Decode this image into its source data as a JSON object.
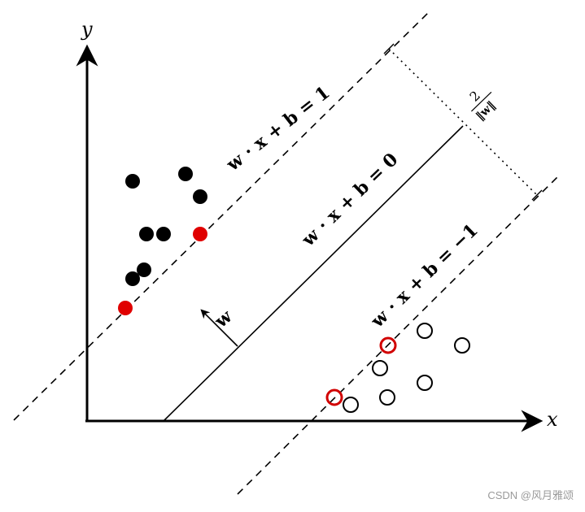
{
  "axes": {
    "x_label": "x",
    "y_label": "y"
  },
  "hyperplanes": {
    "positive_label": "w · x + b = 1",
    "decision_label": "w · x + b = 0",
    "negative_label": "w · x + b = −1"
  },
  "normal_vector_label": "w",
  "margin_label": {
    "numerator": "2",
    "denominator": "‖w‖"
  },
  "classes": {
    "positive": {
      "fill": "filled",
      "color": "#000000",
      "support_color": "#e00000"
    },
    "negative": {
      "fill": "hollow",
      "color": "#000000",
      "support_color": "#d10000"
    }
  },
  "watermark": "CSDN @风月雅颂"
}
